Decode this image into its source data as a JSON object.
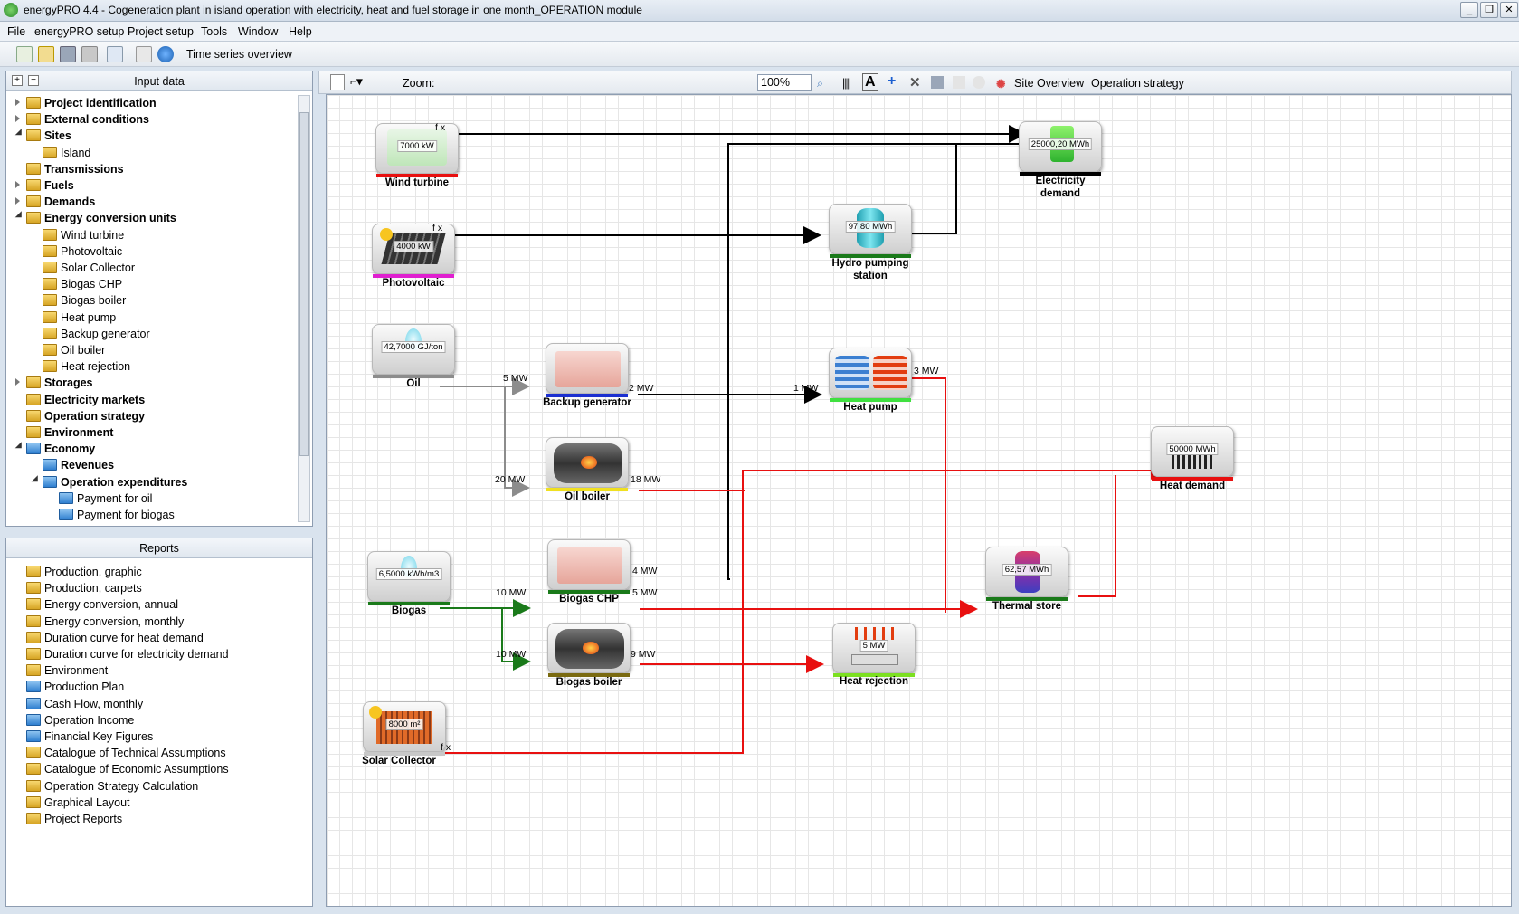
{
  "window": {
    "title": "energyPRO 4.4  -  Cogeneration plant in island operation with electricity, heat and fuel storage in one month_OPERATION module"
  },
  "menu": [
    "File",
    "energyPRO setup",
    "Project setup",
    "Tools",
    "Window",
    "Help"
  ],
  "toolbar": {
    "time_series_label": "Time series overview"
  },
  "input_panel": {
    "title": "Input data",
    "items": [
      {
        "label": "Project identification",
        "bold": true
      },
      {
        "label": "External conditions",
        "bold": true
      },
      {
        "label": "Sites",
        "bold": true
      },
      {
        "label": "Island",
        "bold": false
      },
      {
        "label": "Transmissions",
        "bold": true
      },
      {
        "label": "Fuels",
        "bold": true
      },
      {
        "label": "Demands",
        "bold": true
      },
      {
        "label": "Energy conversion units",
        "bold": true
      },
      {
        "label": "Wind turbine",
        "bold": false
      },
      {
        "label": "Photovoltaic",
        "bold": false
      },
      {
        "label": "Solar Collector",
        "bold": false
      },
      {
        "label": "Biogas CHP",
        "bold": false
      },
      {
        "label": "Biogas boiler",
        "bold": false
      },
      {
        "label": "Heat pump",
        "bold": false
      },
      {
        "label": "Backup generator",
        "bold": false
      },
      {
        "label": "Oil boiler",
        "bold": false
      },
      {
        "label": "Heat rejection",
        "bold": false
      },
      {
        "label": "Storages",
        "bold": true
      },
      {
        "label": "Electricity markets",
        "bold": true
      },
      {
        "label": "Operation strategy",
        "bold": true
      },
      {
        "label": "Environment",
        "bold": true
      },
      {
        "label": "Economy",
        "bold": true
      },
      {
        "label": "Revenues",
        "bold": true
      },
      {
        "label": "Operation expenditures",
        "bold": true
      },
      {
        "label": "Payment for oil",
        "bold": false
      },
      {
        "label": "Payment for biogas",
        "bold": false
      }
    ]
  },
  "reports_panel": {
    "title": "Reports",
    "items": [
      "Production, graphic",
      "Production, carpets",
      "Energy conversion, annual",
      "Energy conversion, monthly",
      "Duration curve for heat demand",
      "Duration curve for electricity demand",
      "Environment",
      "Production Plan",
      "Cash Flow, monthly",
      "Operation Income",
      "Financial Key Figures",
      "Catalogue of Technical Assumptions",
      "Catalogue of Economic Assumptions",
      "Operation Strategy Calculation",
      "Graphical Layout",
      "Project Reports"
    ]
  },
  "canvas_toolbar": {
    "zoom_label": "Zoom:",
    "zoom_value": "100%",
    "site_overview": "Site Overview",
    "operation_strategy": "Operation strategy"
  },
  "nodes": {
    "wind": {
      "label": "Wind turbine",
      "value": "7000 kW"
    },
    "pv": {
      "label": "Photovoltaic",
      "value": "4000 kW"
    },
    "oil": {
      "label": "Oil",
      "value": "42,7000 GJ/ton"
    },
    "biogas": {
      "label": "Biogas",
      "value": "6,5000 kWh/m3"
    },
    "solar": {
      "label": "Solar Collector",
      "value": "8000 m²"
    },
    "backup": {
      "label": "Backup generator",
      "value": ""
    },
    "oilboiler": {
      "label": "Oil boiler",
      "value": ""
    },
    "chp": {
      "label": "Biogas CHP",
      "value": ""
    },
    "bboiler": {
      "label": "Biogas boiler",
      "value": ""
    },
    "hydro": {
      "label": "Hydro pumping station",
      "value": "97,80 MWh"
    },
    "heatpump": {
      "label": "Heat pump",
      "value": ""
    },
    "heatrej": {
      "label": "Heat rejection",
      "value": "5 MW"
    },
    "elec": {
      "label": "Electricity demand",
      "value": "25000,20 MWh"
    },
    "heatdem": {
      "label": "Heat demand",
      "value": "50000 MWh"
    },
    "thermal": {
      "label": "Thermal store",
      "value": "62,57 MWh"
    }
  },
  "flow_labels": {
    "wind_fx": "f x",
    "pv_fx": "f x",
    "solar_fx": "f x",
    "oil_backup": "5 MW",
    "backup_out": "2 MW",
    "hp_in": "1 MW",
    "hp_out": "3 MW",
    "oil_boiler_in": "20 MW",
    "oil_boiler_out": "18 MW",
    "chp_el": "4 MW",
    "chp_heat": "5 MW",
    "biogas_chp": "10 MW",
    "biogas_boiler_in": "10 MW",
    "biogas_boiler_out": "9 MW"
  },
  "colors": {
    "electricity": "#000000",
    "heat": "#e81010",
    "fuel_gas": "#1a7a1a",
    "fuel_oil": "#8c8c8c"
  }
}
